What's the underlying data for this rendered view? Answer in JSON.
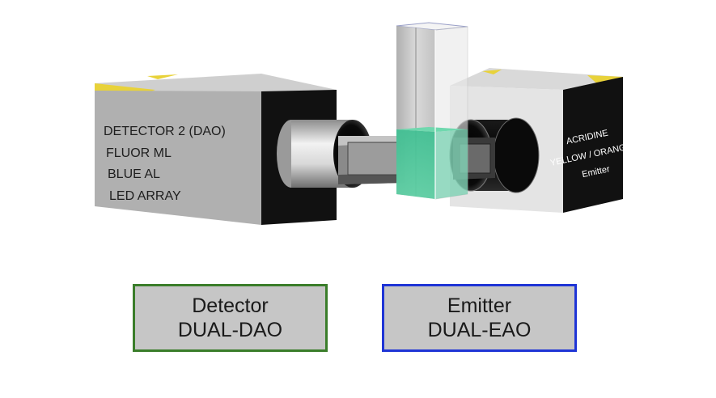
{
  "detector_unit": {
    "face_lines": [
      "DETECTOR 2 (DAO)",
      "FLUOR ML",
      "BLUE AL",
      "LED ARRAY"
    ]
  },
  "emitter_unit": {
    "face_lines": [
      "ACRIDINE",
      "YELLOW / ORANGE",
      "Emitter"
    ]
  },
  "captions": {
    "detector": {
      "line1": "Detector",
      "line2": "DUAL-DAO",
      "border_color": "#3a7d2a"
    },
    "emitter": {
      "line1": "Emitter",
      "line2": "DUAL-EAO",
      "border_color": "#1f35d6"
    }
  },
  "colors": {
    "block_front": "#b0b0b0",
    "block_side": "#111111",
    "block_top": "#cfcfcf",
    "corner_marker": "#e8d23a",
    "cuvette_liquid": "#4cc79a",
    "emitter_front": "#e4e4e4"
  }
}
